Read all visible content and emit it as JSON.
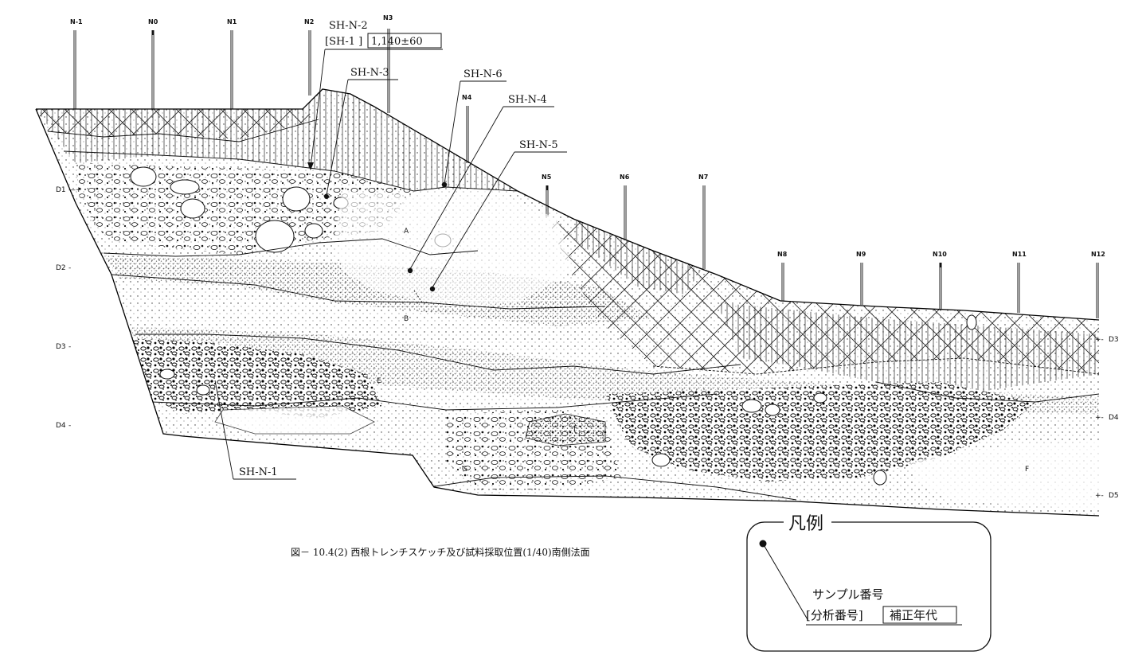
{
  "stakes": [
    {
      "label": "N-1"
    },
    {
      "label": "N0"
    },
    {
      "label": "N1"
    },
    {
      "label": "N2"
    },
    {
      "label": "N3"
    },
    {
      "label": "N4"
    },
    {
      "label": "N5"
    },
    {
      "label": "N6"
    },
    {
      "label": "N7"
    },
    {
      "label": "N8"
    },
    {
      "label": "N9"
    },
    {
      "label": "N10"
    },
    {
      "label": "N11"
    },
    {
      "label": "N12"
    }
  ],
  "depth_markers": {
    "left": [
      "D1",
      "D2",
      "D3",
      "D4"
    ],
    "right": [
      "D3",
      "D4",
      "D5"
    ]
  },
  "samples": {
    "sh_n_1": "SH-N-1",
    "sh_n_2": "SH-N-2",
    "sh_n_2_analysis_no": "[SH-1 ]",
    "sh_n_2_date": "1,140±60",
    "sh_n_3": "SH-N-3",
    "sh_n_4": "SH-N-4",
    "sh_n_5": "SH-N-5",
    "sh_n_6": "SH-N-6"
  },
  "zones": [
    "A",
    "B",
    "E",
    "F",
    "G",
    "F"
  ],
  "caption": "図－ 10.4(2) 西根トレンチスケッチ及び試料採取位置(1/40)南側法面",
  "legend": {
    "title": "凡例",
    "sample_number": "サンプル番号",
    "analysis_number": "[分析番号]",
    "corrected_age": "補正年代"
  }
}
